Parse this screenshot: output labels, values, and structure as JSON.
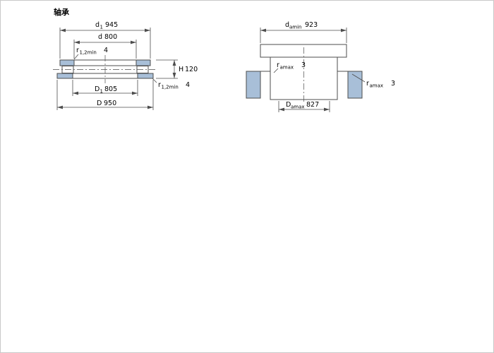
{
  "title": "轴承",
  "colors": {
    "line": "#4d4d4d",
    "shade_fill": "#a8bfd8",
    "background": "#ffffff"
  },
  "left_view": {
    "dim_d1": {
      "sym": "d",
      "sub": "1",
      "value": "945"
    },
    "dim_d": {
      "sym": "d",
      "value": "800"
    },
    "dim_r_top": {
      "sym": "r",
      "sub": "1,2min",
      "value": "4"
    },
    "dim_H": {
      "sym": "H",
      "value": "120"
    },
    "dim_r_side": {
      "sym": "r",
      "sub": "1,2min",
      "value": "4"
    },
    "dim_D1": {
      "sym": "D",
      "sub": "1",
      "value": "805"
    },
    "dim_D": {
      "sym": "D",
      "value": "950"
    }
  },
  "right_view": {
    "dim_da": {
      "sym": "d",
      "sub": "amin",
      "value": "923"
    },
    "dim_ra_left": {
      "sym": "r",
      "sub": "amax",
      "value": "3"
    },
    "dim_ra_right": {
      "sym": "r",
      "sub": "amax",
      "value": "3"
    },
    "dim_Da": {
      "sym": "D",
      "sub": "amax",
      "value": "827"
    }
  }
}
